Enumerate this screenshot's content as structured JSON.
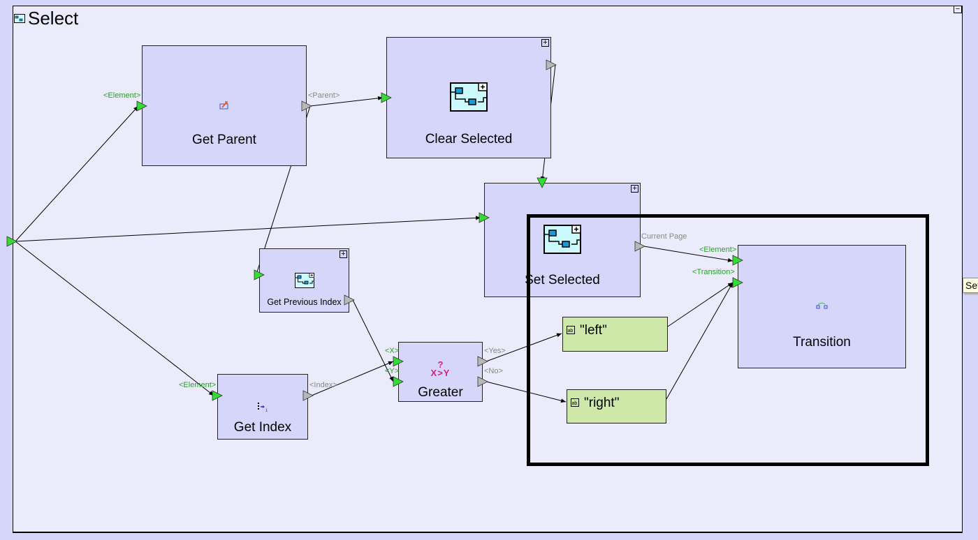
{
  "window": {
    "title": "Select",
    "title_icon": "subflow-icon",
    "collapse_glyph": "−"
  },
  "nodes": {
    "get_parent": {
      "label": "Get Parent",
      "icon": "get-parent-icon",
      "inputs": [
        "<Element>"
      ],
      "outputs": [
        "<Parent>"
      ]
    },
    "clear_selected": {
      "label": "Clear Selected",
      "icon": "subflow-icon",
      "expand_glyph": "+"
    },
    "set_selected": {
      "label": "Set Selected",
      "icon": "subflow-icon",
      "expand_glyph": "+",
      "outputs": [
        "Current Page"
      ]
    },
    "get_previous_index": {
      "label": "Get Previous Index",
      "icon": "subflow-icon",
      "expand_glyph": "+"
    },
    "get_index": {
      "label": "Get Index",
      "icon": "index-icon",
      "inputs": [
        "<Element>"
      ],
      "outputs": [
        "<Index>"
      ]
    },
    "greater": {
      "label": "Greater",
      "icon_top": "?",
      "icon_bottom": "X>Y",
      "inputs": [
        "<X>",
        "<Y>"
      ],
      "outputs": [
        "<Yes>",
        "<No>"
      ]
    },
    "const_left": {
      "label": "\"left\"",
      "icon": "string-constant-icon"
    },
    "const_right": {
      "label": "\"right\"",
      "icon": "string-constant-icon"
    },
    "transition": {
      "label": "Transition",
      "icon": "transition-icon",
      "inputs": [
        "<Element>",
        "<Transition>"
      ]
    }
  },
  "tooltip": {
    "text": "Set"
  },
  "colors": {
    "node_fill": "#d6d6fa",
    "const_fill": "#cde8a8",
    "canvas": "#ebebfb",
    "input_port": "#33dd33",
    "output_port": "#b8b8b8",
    "input_label": "#2aa02a",
    "output_label": "#888888"
  }
}
